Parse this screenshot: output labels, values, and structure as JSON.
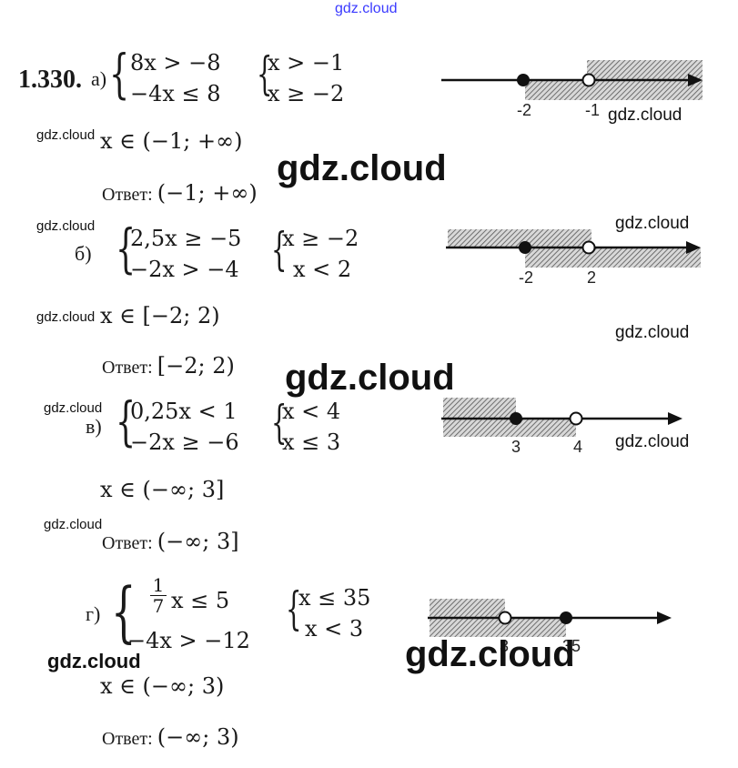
{
  "header": {
    "site_link": "gdz.cloud"
  },
  "problem_number": "1.330.",
  "watermark": "gdz.cloud",
  "answer_label": "Ответ:",
  "parts": [
    {
      "label": "а)",
      "system": [
        "8x > −8",
        "−4x ≤ 8"
      ],
      "simplified": [
        "x > −1",
        "x ≥ −2"
      ],
      "solution": "x ∈ (−1; +∞)",
      "answer": "(−1; +∞)",
      "number_line": {
        "points": [
          {
            "value": "-2",
            "type": "filled"
          },
          {
            "value": "-1",
            "type": "open"
          }
        ]
      }
    },
    {
      "label": "б)",
      "system": [
        "2,5x ≥ −5",
        "−2x > −4"
      ],
      "simplified": [
        "x ≥ −2",
        "x < 2"
      ],
      "solution": "x ∈ [−2; 2)",
      "answer": "[−2; 2)",
      "number_line": {
        "points": [
          {
            "value": "-2",
            "type": "filled"
          },
          {
            "value": "2",
            "type": "open"
          }
        ]
      }
    },
    {
      "label": "в)",
      "system": [
        "0,25x < 1",
        "−2x ≥ −6"
      ],
      "simplified": [
        "x < 4",
        "x ≤ 3"
      ],
      "solution": "x ∈ (−∞; 3]",
      "answer": "(−∞; 3]",
      "number_line": {
        "points": [
          {
            "value": "3",
            "type": "filled"
          },
          {
            "value": "4",
            "type": "open"
          }
        ]
      }
    },
    {
      "label": "г)",
      "system_fraction": {
        "num": "1",
        "den": "7",
        "rest": "x ≤ 5"
      },
      "system": [
        "−4x > −12"
      ],
      "simplified": [
        "x ≤ 35",
        "x < 3"
      ],
      "solution": "x ∈ (−∞; 3)",
      "answer": "(−∞; 3)",
      "number_line": {
        "points": [
          {
            "value": "3",
            "type": "open"
          },
          {
            "value": "35",
            "type": "filled"
          }
        ]
      }
    }
  ]
}
